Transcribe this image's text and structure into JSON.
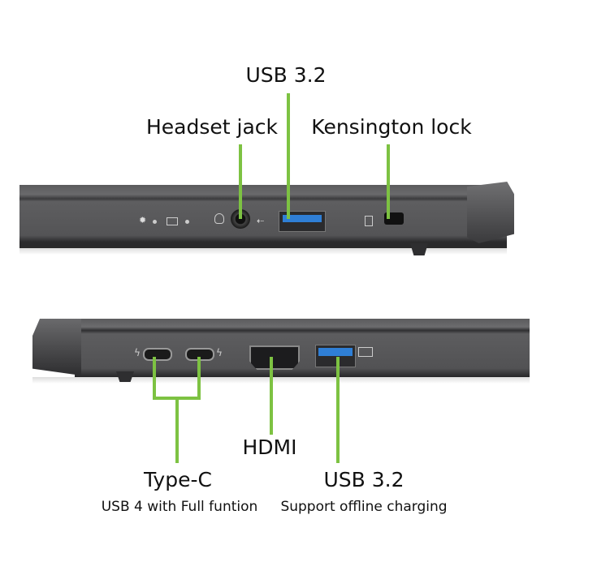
{
  "top_view": {
    "labels": {
      "usb": "USB 3.2",
      "headset": "Headset jack",
      "kensington": "Kensington lock"
    }
  },
  "bottom_view": {
    "labels": {
      "hdmi": "HDMI",
      "typec": "Type-C",
      "typec_sub": "USB 4 with Full funtion",
      "usb": "USB 3.2",
      "usb_sub": "Support offline charging"
    }
  },
  "colors": {
    "leader_line": "#7dc242",
    "usb_port": "#2f7fd6",
    "chassis": "#555557"
  }
}
